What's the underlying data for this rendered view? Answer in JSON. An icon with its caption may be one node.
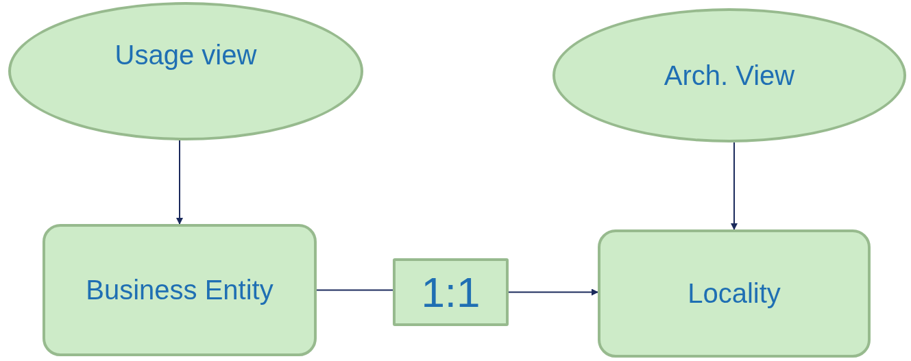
{
  "diagram": {
    "nodes": [
      {
        "text": [
          "Usage view"
        ]
      },
      {
        "text": [
          "Arch. View"
        ]
      },
      {
        "text": [
          "Business Entity"
        ]
      },
      {
        "text": [
          "1:1"
        ]
      },
      {
        "text": [
          "Locality"
        ]
      }
    ],
    "edges": [
      {
        "from": 0,
        "to": 2,
        "arrow": "to"
      },
      {
        "from": 1,
        "to": 4,
        "arrow": "to"
      },
      {
        "from": 2,
        "to": 3,
        "arrow": "none"
      },
      {
        "from": 3,
        "to": 4,
        "arrow": "to"
      }
    ]
  }
}
